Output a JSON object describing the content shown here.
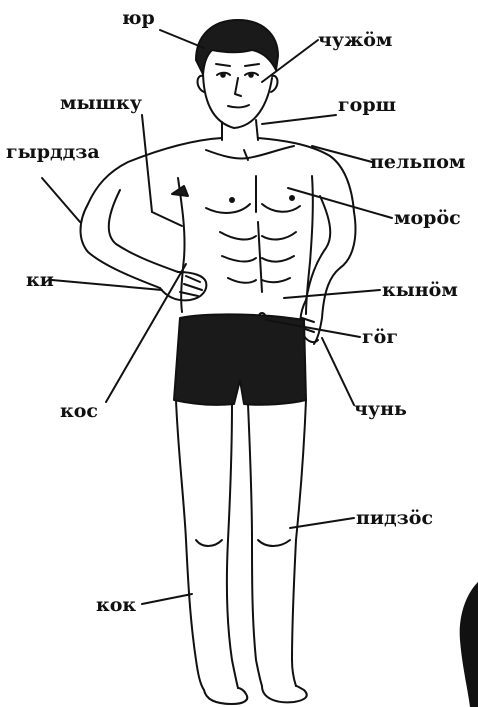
{
  "labels": {
    "yur": "юр",
    "chuzhom": "чужӧм",
    "myshku": "мышку",
    "gorsh": "горш",
    "gyrddza": "гырддза",
    "pelpom": "пельпом",
    "moros": "морӧс",
    "ki": "ки",
    "kynom": "кынӧм",
    "gog": "гӧг",
    "kos": "кос",
    "chun": "чунь",
    "pidzos": "пидзӧс",
    "kok": "кок"
  },
  "colors": {
    "ink": "#111111",
    "paper": "#ffffff",
    "trunks": "#1a1a1a"
  }
}
